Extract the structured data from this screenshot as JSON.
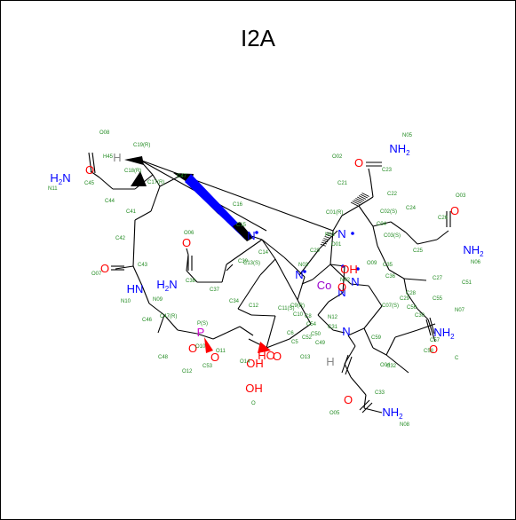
{
  "title": "I2A",
  "colors": {
    "carbon_bond": "#000000",
    "nitrogen": "#0000ff",
    "oxygen": "#ff0000",
    "phosphorus": "#cc00cc",
    "cobalt": "#9900cc",
    "atom_label": "#228b22"
  },
  "atoms": [
    {
      "text": "O",
      "cls": "O"
    },
    {
      "text": "H",
      "sub": "2",
      "pre": "N",
      "cls": "N"
    },
    {
      "text": "H",
      "cls": "H"
    },
    {
      "text": "O",
      "cls": "O"
    },
    {
      "text": "NH",
      "sub": "2",
      "cls": "N"
    },
    {
      "text": "O",
      "cls": "O"
    },
    {
      "text": "NH",
      "sub": "2",
      "cls": "N"
    },
    {
      "text": "N",
      "cls": "N"
    },
    {
      "text": "O",
      "cls": "O"
    },
    {
      "text": "HN",
      "cls": "N"
    },
    {
      "text": "H",
      "sub": "2",
      "pre": "N",
      "cls": "N"
    },
    {
      "text": "O",
      "cls": "O"
    },
    {
      "text": "N",
      "cls": "N"
    },
    {
      "text": "N",
      "cls": "N"
    },
    {
      "text": "Co",
      "cls": "Co"
    },
    {
      "text": "N",
      "cls": "N"
    },
    {
      "text": "N",
      "cls": "N"
    },
    {
      "text": "OH",
      "cls": "O"
    },
    {
      "text": "NH",
      "sub": "2",
      "cls": "N"
    },
    {
      "text": "O",
      "cls": "O"
    },
    {
      "text": "P",
      "cls": "P"
    },
    {
      "text": "O",
      "cls": "O"
    },
    {
      "text": "O",
      "cls": "O"
    },
    {
      "text": "OH",
      "cls": "O"
    },
    {
      "text": "HO",
      "cls": "O"
    },
    {
      "text": "OH",
      "cls": "O"
    },
    {
      "text": "O",
      "cls": "O"
    },
    {
      "text": "O",
      "cls": "O"
    },
    {
      "text": "H",
      "cls": "H"
    },
    {
      "text": "N",
      "cls": "N"
    },
    {
      "text": "O",
      "cls": "O"
    },
    {
      "text": "NH",
      "sub": "2",
      "cls": "N"
    }
  ],
  "labels": [
    "O08",
    "H45",
    "C19(R)",
    "C18(R)",
    "C17(R)",
    "C45",
    "N11",
    "C44",
    "C47",
    "C41",
    "C16",
    "C42",
    "C15",
    "C43",
    "O06",
    "C39",
    "O07",
    "C38",
    "C13(S)",
    "N10",
    "N09",
    "C37",
    "C14",
    "N03",
    "C34",
    "C12",
    "C47(R)",
    "C46",
    "C48",
    "C11(S)",
    "C10",
    "C9(R)",
    "C8",
    "C6",
    "C5",
    "O12",
    "O13",
    "O14",
    "O10",
    "P(S)",
    "O11",
    "C53",
    "C01(R)",
    "N01",
    "C20",
    "C21",
    "O02",
    "C22",
    "C23",
    "N05",
    "O03",
    "C24",
    "C26",
    "N06",
    "C25",
    "C02(S)",
    "C03(S)",
    "C04",
    "C35",
    "C27",
    "C28",
    "O01",
    "N02",
    "C31",
    "C51",
    "C29",
    "C30",
    "N07",
    "C55",
    "C56",
    "C57",
    "C58",
    "C59",
    "C52",
    "N12",
    "O04",
    "C32",
    "C33",
    "O05",
    "N08",
    "C",
    "O",
    "C36",
    "C07(S)",
    "O09",
    "C54",
    "C50",
    "C49"
  ]
}
